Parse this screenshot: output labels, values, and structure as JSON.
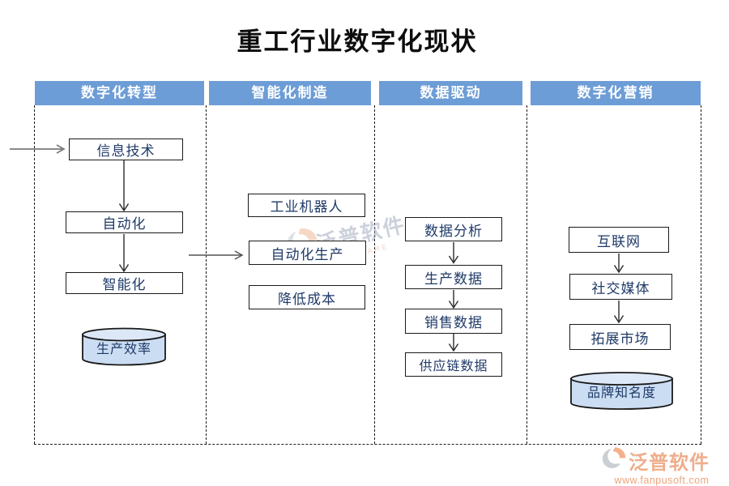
{
  "title": "重工行业数字化现状",
  "lanes": [
    {
      "title": "数字化转型",
      "boxes": [
        "信息技术",
        "自动化",
        "智能化"
      ],
      "cylinder": "生产效率"
    },
    {
      "title": "智能化制造",
      "boxes": [
        "工业机器人",
        "自动化生产",
        "降低成本"
      ]
    },
    {
      "title": "数据驱动",
      "boxes": [
        "数据分析",
        "生产数据",
        "销售数据",
        "供应链数据"
      ]
    },
    {
      "title": "数字化营销",
      "boxes": [
        "互联网",
        "社交媒体",
        "拓展市场"
      ],
      "cylinder": "品牌知名度"
    }
  ],
  "watermark": {
    "text": "泛普软件",
    "subtext": "SOFTWARE"
  },
  "footer": {
    "brand": "泛普软件",
    "url": "www.fanpusoft.com"
  },
  "colors": {
    "lane_header_bg": "#6D9DD6",
    "box_text": "#1F3A68",
    "cylinder_fill": "#CBDDF2",
    "watermark_text": "#96A0B6",
    "footer_orange": "#ECA078"
  }
}
